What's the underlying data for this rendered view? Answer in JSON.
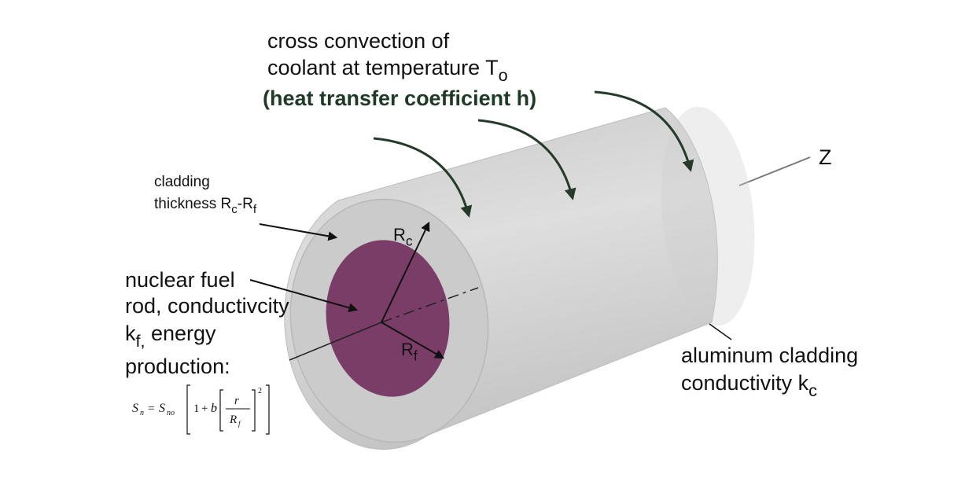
{
  "labels": {
    "coolant_line1": "cross convection of",
    "coolant_line2": "coolant at temperature T",
    "coolant_sub": "o",
    "heat_transfer": "(heat transfer coefficient h)",
    "z_axis": "Z",
    "cladding_line1": "cladding",
    "cladding_line2": "thickness R",
    "cladding_sub_c": "c",
    "cladding_dash": "-R",
    "cladding_sub_f": "f",
    "rc_main": "R",
    "rc_sub": "c",
    "rf_main": "R",
    "rf_sub": "f",
    "fuel_line1": "nuclear fuel",
    "fuel_line2": "rod, conductivcity",
    "fuel_line3_main": "k",
    "fuel_line3_sub": "f,",
    "fuel_line3_rest": " energy",
    "fuel_line4": "production:",
    "alum_line1": "aluminum cladding",
    "alum_line2": "conductivity k",
    "alum_sub": "c"
  },
  "formula": {
    "lhs": "S",
    "lhs_sub": "n",
    "eq": "=",
    "s0": "S",
    "s0_sub": "no",
    "one": "1",
    "plus": "+",
    "b": "b",
    "num": "r",
    "den": "R",
    "den_sub": "f",
    "exp": "2"
  },
  "colors": {
    "cladding": "#d3d3d3",
    "cladding_face": "#cbcbcb",
    "fuel": "#7a3d68",
    "arrow": "#243b2c",
    "text": "#111111"
  }
}
